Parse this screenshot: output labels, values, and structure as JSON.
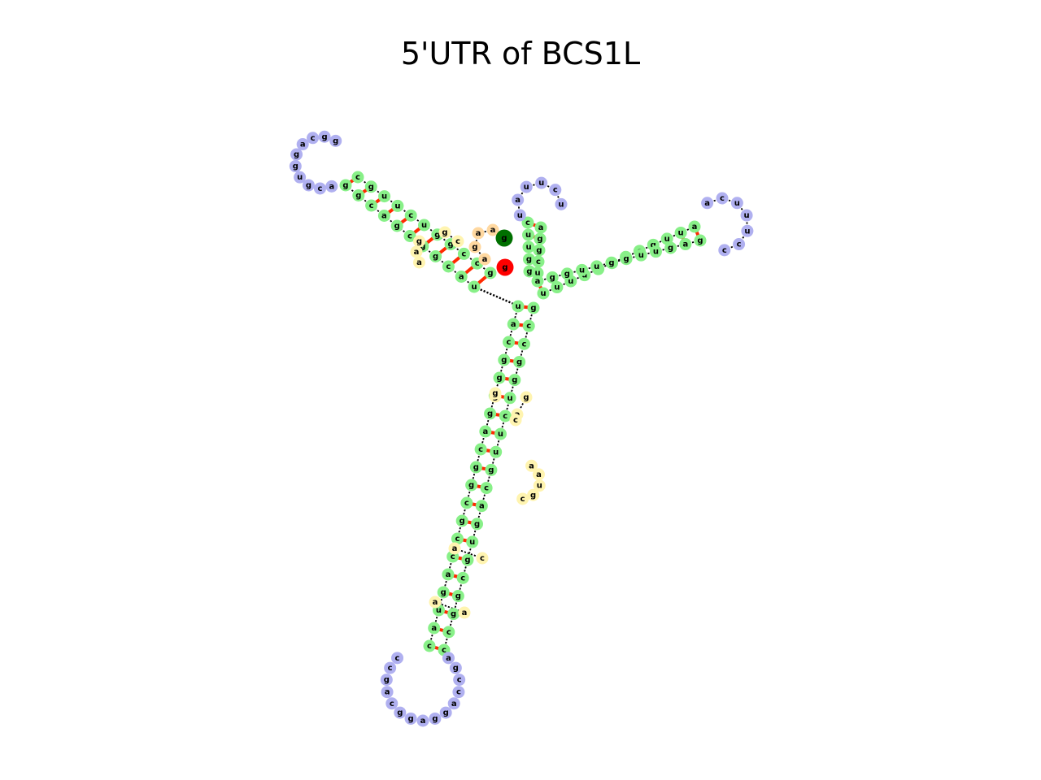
{
  "title": "5'UTR of BCS1L",
  "colors": {
    "stem": "#88f088",
    "hairpin_loop": "#b0b0f0",
    "interior_loop": "#fff4b0",
    "exterior": "#ffd8a0",
    "five_prime": "#ff0000",
    "three_prime": "#007000",
    "pair_bond": "#ff2a00",
    "backbone": "#000000"
  },
  "arm1": {
    "stem_outer": {
      "left": [
        "c",
        "c",
        "a",
        "g"
      ],
      "right": [
        "u",
        "g",
        "c",
        "g"
      ]
    },
    "loop": [
      "a",
      "c",
      "g",
      "u",
      "g",
      "g",
      "a",
      "c",
      "g",
      "g",
      "u",
      "a",
      "g",
      "c",
      "a"
    ],
    "stem_inner": {
      "left": [
        "u",
        "a",
        "c",
        "g",
        "g",
        "c",
        "g",
        "a",
        "c",
        "g",
        "g",
        "c",
        "g"
      ],
      "right": [
        "g",
        "c",
        "c",
        "g",
        "g",
        "u",
        "c",
        "u",
        "u",
        "g",
        "c",
        "a",
        "g"
      ]
    },
    "bulges": [
      "a",
      "g",
      "a",
      "c",
      "c",
      "g"
    ],
    "hairpin": [
      "a",
      "g",
      "c",
      "c",
      "a",
      "g",
      "g",
      "a",
      "g",
      "g",
      "c"
    ]
  },
  "arm2": {
    "stem": {
      "left": [
        "g",
        "g",
        "u",
        "u",
        "c",
        "c",
        "c"
      ],
      "right": [
        "u",
        "c",
        "g",
        "g",
        "a",
        "a",
        "g"
      ]
    },
    "hairpin": [
      "u",
      "a",
      "u",
      "u",
      "c",
      "u"
    ]
  },
  "arm3": {
    "stem": {
      "left": [
        "u",
        "u",
        "u",
        "u",
        "c",
        "a",
        "c",
        "c",
        "g",
        "u",
        "u",
        "a",
        "g",
        "a"
      ],
      "right": [
        "a",
        "g",
        "g",
        "u",
        "u",
        "g",
        "g",
        "u",
        "u",
        "g",
        "a",
        "g",
        "u",
        "u"
      ]
    },
    "hairpin": [
      "a",
      "c",
      "u",
      "u",
      "u",
      "c",
      "c"
    ]
  },
  "exterior_seq": [
    "a",
    "a",
    "g",
    "a",
    "g"
  ],
  "end_labels": {
    "five": "g",
    "three": "g"
  }
}
